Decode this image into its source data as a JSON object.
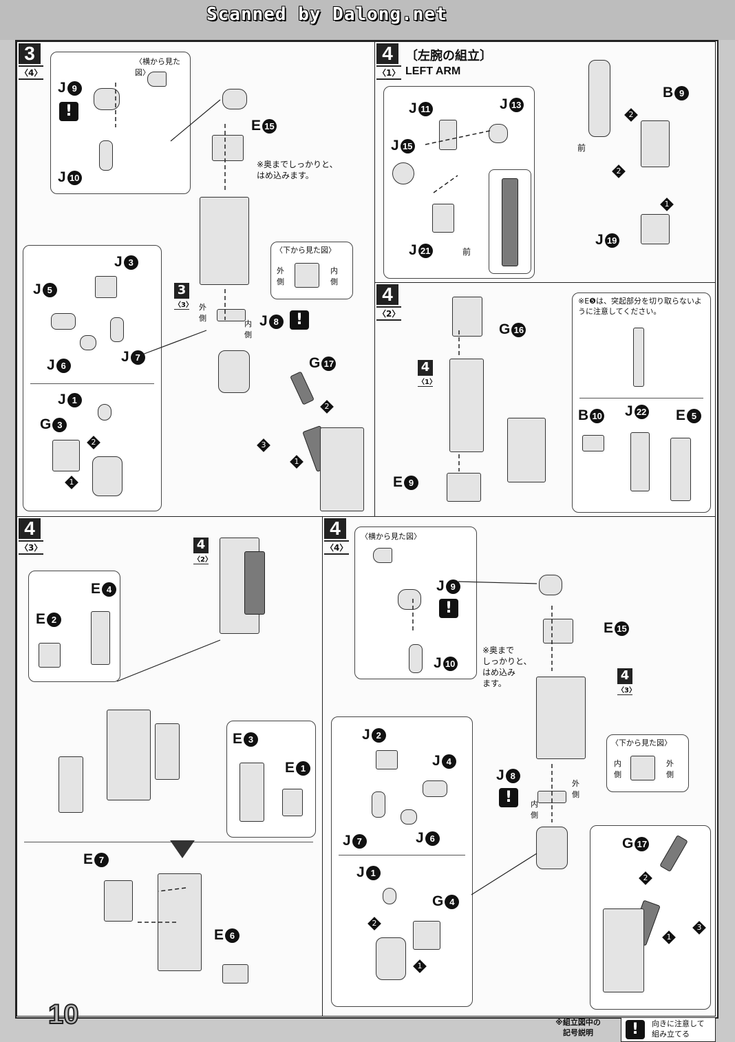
{
  "header": {
    "scan_title": "Scanned by Dalong.net"
  },
  "page_number": "10",
  "sections": {
    "s3_4": {
      "step": "3",
      "sub": "〈4〉",
      "side_view_caption": "〈横から見た図〉",
      "labels": {
        "j9": "J",
        "j9n": "9",
        "j10": "J",
        "j10n": "10",
        "e15": "E",
        "e15n": "15",
        "j3": "J",
        "j3n": "3",
        "j5": "J",
        "j5n": "5",
        "j6": "J",
        "j6n": "6",
        "j7": "J",
        "j7n": "7",
        "j1": "J",
        "j1n": "1",
        "g3": "G",
        "g3n": "3",
        "j8": "J",
        "j8n": "8"
      },
      "note_insert": "※奥までしっかりと、\nはめ込みます。",
      "bottom_view_caption": "〈下から見た図〉",
      "outer": "外側",
      "inner": "内側",
      "ref_step": "3",
      "ref_sub": "〈3〉",
      "g17": "G",
      "g17n": "17"
    },
    "s4_1": {
      "step": "4",
      "sub": "〈1〉",
      "title": "〔左腕の組立〕",
      "subtitle": "LEFT ARM",
      "labels": {
        "j11": "J",
        "j11n": "11",
        "j13": "J",
        "j13n": "13",
        "j15": "J",
        "j15n": "15",
        "j21": "J",
        "j21n": "21",
        "b9": "B",
        "b9n": "9",
        "j19": "J",
        "j19n": "19"
      },
      "front": "前"
    },
    "s4_2": {
      "step": "4",
      "sub": "〈2〉",
      "labels": {
        "g16": "G",
        "g16n": "16",
        "e9": "E",
        "e9n": "9",
        "b10": "B",
        "b10n": "10",
        "j22": "J",
        "j22n": "22",
        "e5": "E",
        "e5n": "5"
      },
      "note": "※E❺は、突起部分を切り取らないように注意してください。",
      "ref_step": "4",
      "ref_sub": "〈1〉"
    },
    "s4_3": {
      "step": "4",
      "sub": "〈3〉",
      "labels": {
        "e4": "E",
        "e4n": "4",
        "e2": "E",
        "e2n": "2",
        "e3": "E",
        "e3n": "3",
        "e1": "E",
        "e1n": "1",
        "e7": "E",
        "e7n": "7",
        "e6": "E",
        "e6n": "6"
      },
      "ref_step": "4",
      "ref_sub": "〈2〉"
    },
    "s4_4": {
      "step": "4",
      "sub": "〈4〉",
      "side_view_caption": "〈横から見た図〉",
      "labels": {
        "j9": "J",
        "j9n": "9",
        "j10": "J",
        "j10n": "10",
        "e15": "E",
        "e15n": "15",
        "j2": "J",
        "j2n": "2",
        "j4": "J",
        "j4n": "4",
        "j7": "J",
        "j7n": "7",
        "j6": "J",
        "j6n": "6",
        "j1": "J",
        "j1n": "1",
        "g4": "G",
        "g4n": "4",
        "j8": "J",
        "j8n": "8",
        "g17": "G",
        "g17n": "17"
      },
      "note_insert": "※奥まで\nしっかりと、\nはめ込み\nます。",
      "bottom_view_caption": "〈下から見た図〉",
      "outer": "外側",
      "inner": "内側",
      "ref_step": "4",
      "ref_sub": "〈3〉"
    }
  },
  "legend": {
    "title": "※組立図中の\n記号説明",
    "warn_text": "向きに注意して\n組み立てる"
  },
  "warn_symbol": "!",
  "step_numbers": {
    "one": "1",
    "two": "2",
    "three": "3"
  }
}
